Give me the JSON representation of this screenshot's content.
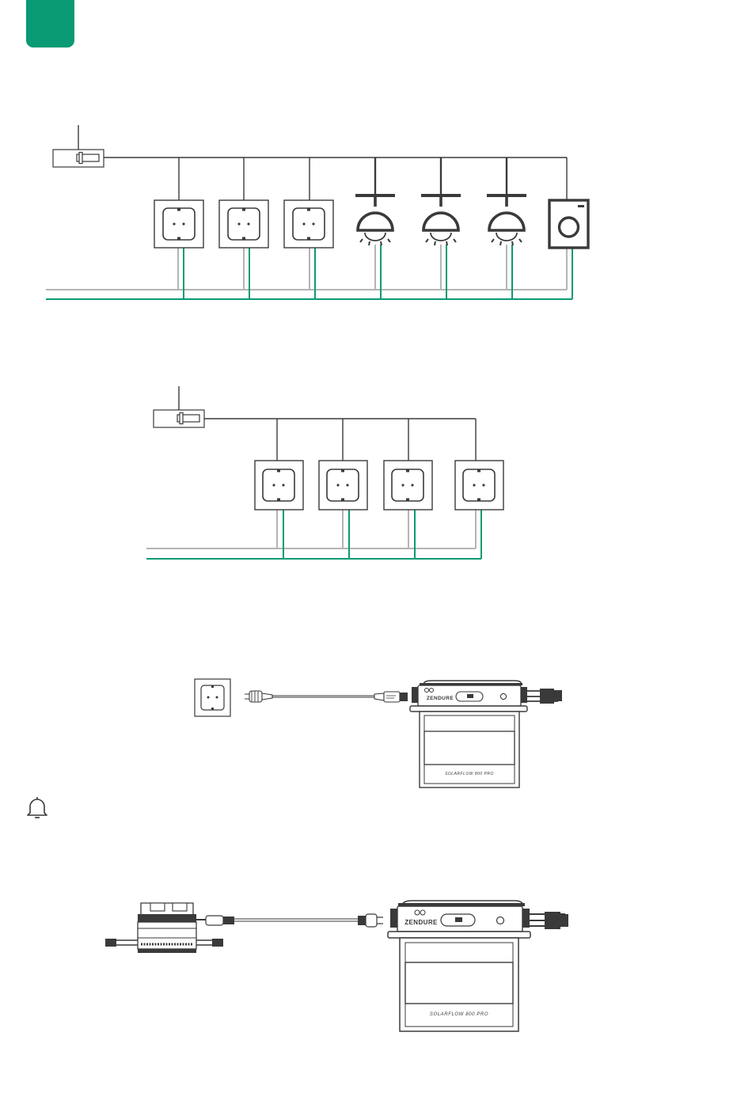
{
  "page": {
    "accent_color": "#0a9a74",
    "line_color": "#3a3a3a",
    "neutral_wire_color": "#b4b4b4",
    "earth_wire_color": "#0a9a74"
  },
  "circuit_1": {
    "breaker_icon": "circuit-breaker-icon",
    "loads": [
      "socket",
      "socket",
      "socket",
      "lamp",
      "lamp",
      "lamp",
      "washing-machine"
    ]
  },
  "circuit_2": {
    "breaker_icon": "circuit-breaker-icon",
    "loads": [
      "socket",
      "socket",
      "socket",
      "socket"
    ]
  },
  "connection_1": {
    "source_icon": "wall-socket-icon",
    "cable_icon": "power-cable-icon",
    "device": {
      "logo_text": "ZENDURE",
      "model_label": "SOLARFLOW 800 PRO"
    }
  },
  "note": {
    "icon": "bell-icon"
  },
  "connection_2": {
    "source_icon": "microinverter-icon",
    "cable_icon": "ac-cable-icon",
    "device": {
      "logo_text": "ZENDURE",
      "model_label": "SOLARFLOW 800 PRO"
    }
  }
}
